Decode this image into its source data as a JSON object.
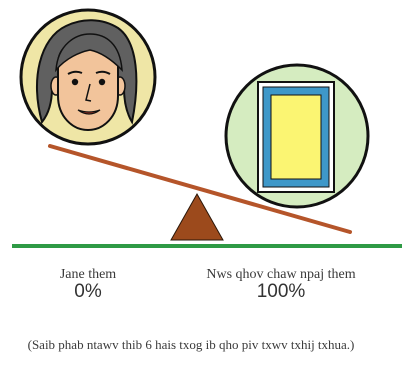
{
  "left_item": {
    "name": "Jane them",
    "percent": "0%",
    "icon": "woman-face-icon"
  },
  "right_item": {
    "name": "Nws qhov chaw npaj them",
    "percent": "100%",
    "icon": "framed-card-icon"
  },
  "footnote": "(Saib phab ntawv thib 6 hais txog ib qho piv txwv txhij txhua.)",
  "colors": {
    "ground": "#2e9a45",
    "beam": "#b5552a",
    "fulcrum": "#9c4a1c",
    "left_circle_fill": "#efe6a6",
    "right_circle_fill": "#d5ecc0",
    "outline": "#111111",
    "hair": "#606060",
    "skin": "#f2c49b",
    "frame_border": "#3e98c9",
    "frame_inner": "#fbf572"
  }
}
